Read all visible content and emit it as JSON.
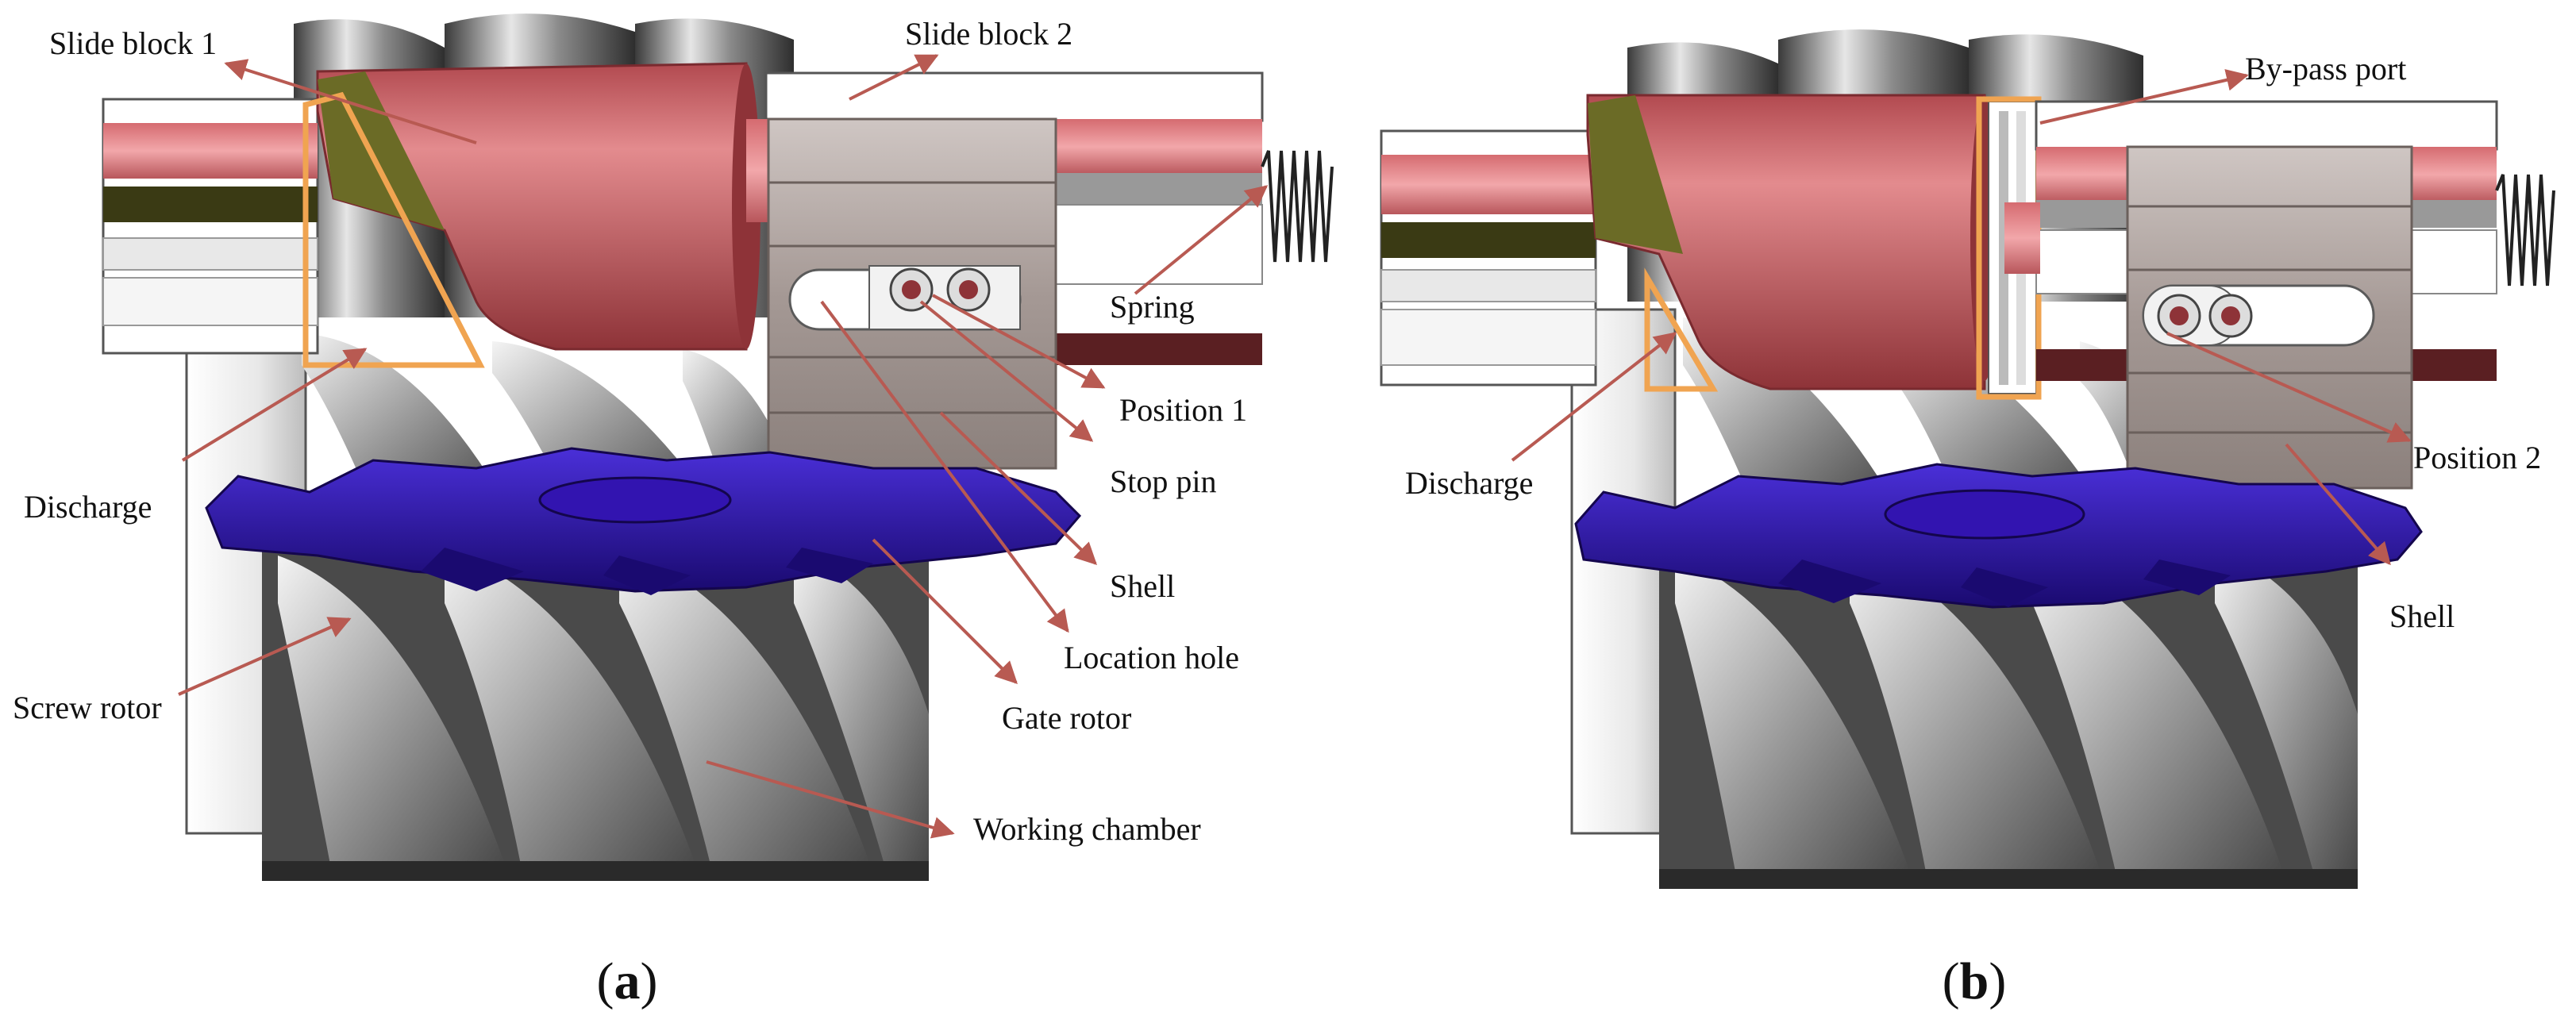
{
  "figure": {
    "panel_a": {
      "caption_open": "(",
      "caption_letter": "a",
      "caption_close": ")",
      "labels": {
        "slide_block_1": "Slide block 1",
        "slide_block_2": "Slide block 2",
        "spring": "Spring",
        "position_1": "Position 1",
        "stop_pin": "Stop pin",
        "discharge": "Discharge",
        "shell": "Shell",
        "location_hole": "Location hole",
        "gate_rotor": "Gate rotor",
        "screw_rotor": "Screw rotor",
        "working_chamber": "Working chamber"
      }
    },
    "panel_b": {
      "caption_open": "(",
      "caption_letter": "b",
      "caption_close": ")",
      "labels": {
        "by_pass_port": "By-pass port",
        "discharge": "Discharge",
        "position_2": "Position 2",
        "shell": "Shell"
      }
    }
  },
  "colors": {
    "slide_block": "#c8575c",
    "slide_block_light": "#e59093",
    "rotor_body": "#6f6f6f",
    "rotor_light": "#d9d9d9",
    "gate_rotor": "#2c12a6",
    "shell": "#a79c98",
    "leader_line": "#b85a52",
    "highlight": "#f0a451",
    "dark_stripe": "#3a3a14"
  }
}
